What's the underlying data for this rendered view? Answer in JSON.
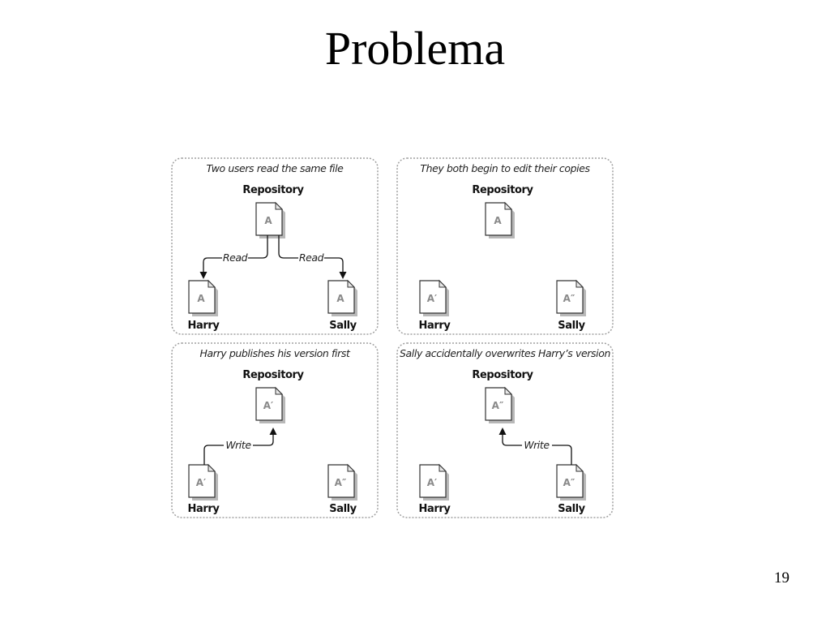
{
  "slide": {
    "title": "Problema",
    "page_number": "19"
  },
  "labels": {
    "repository": "Repository",
    "harry": "Harry",
    "sally": "Sally"
  },
  "panels": [
    {
      "caption": "Two users read the same file",
      "repo_doc": "A",
      "harry_doc": "A",
      "sally_doc": "A",
      "arrows": [
        "Read",
        "Read"
      ]
    },
    {
      "caption": "They both begin to edit their copies",
      "repo_doc": "A",
      "harry_doc": "A′",
      "sally_doc": "A″",
      "arrows": []
    },
    {
      "caption": "Harry publishes his version first",
      "repo_doc": "A′",
      "harry_doc": "A′",
      "sally_doc": "A″",
      "arrows": [
        "Write"
      ]
    },
    {
      "caption": "Sally accidentally overwrites Harry’s version",
      "repo_doc": "A″",
      "harry_doc": "A′",
      "sally_doc": "A″",
      "arrows": [
        "Write"
      ]
    }
  ]
}
